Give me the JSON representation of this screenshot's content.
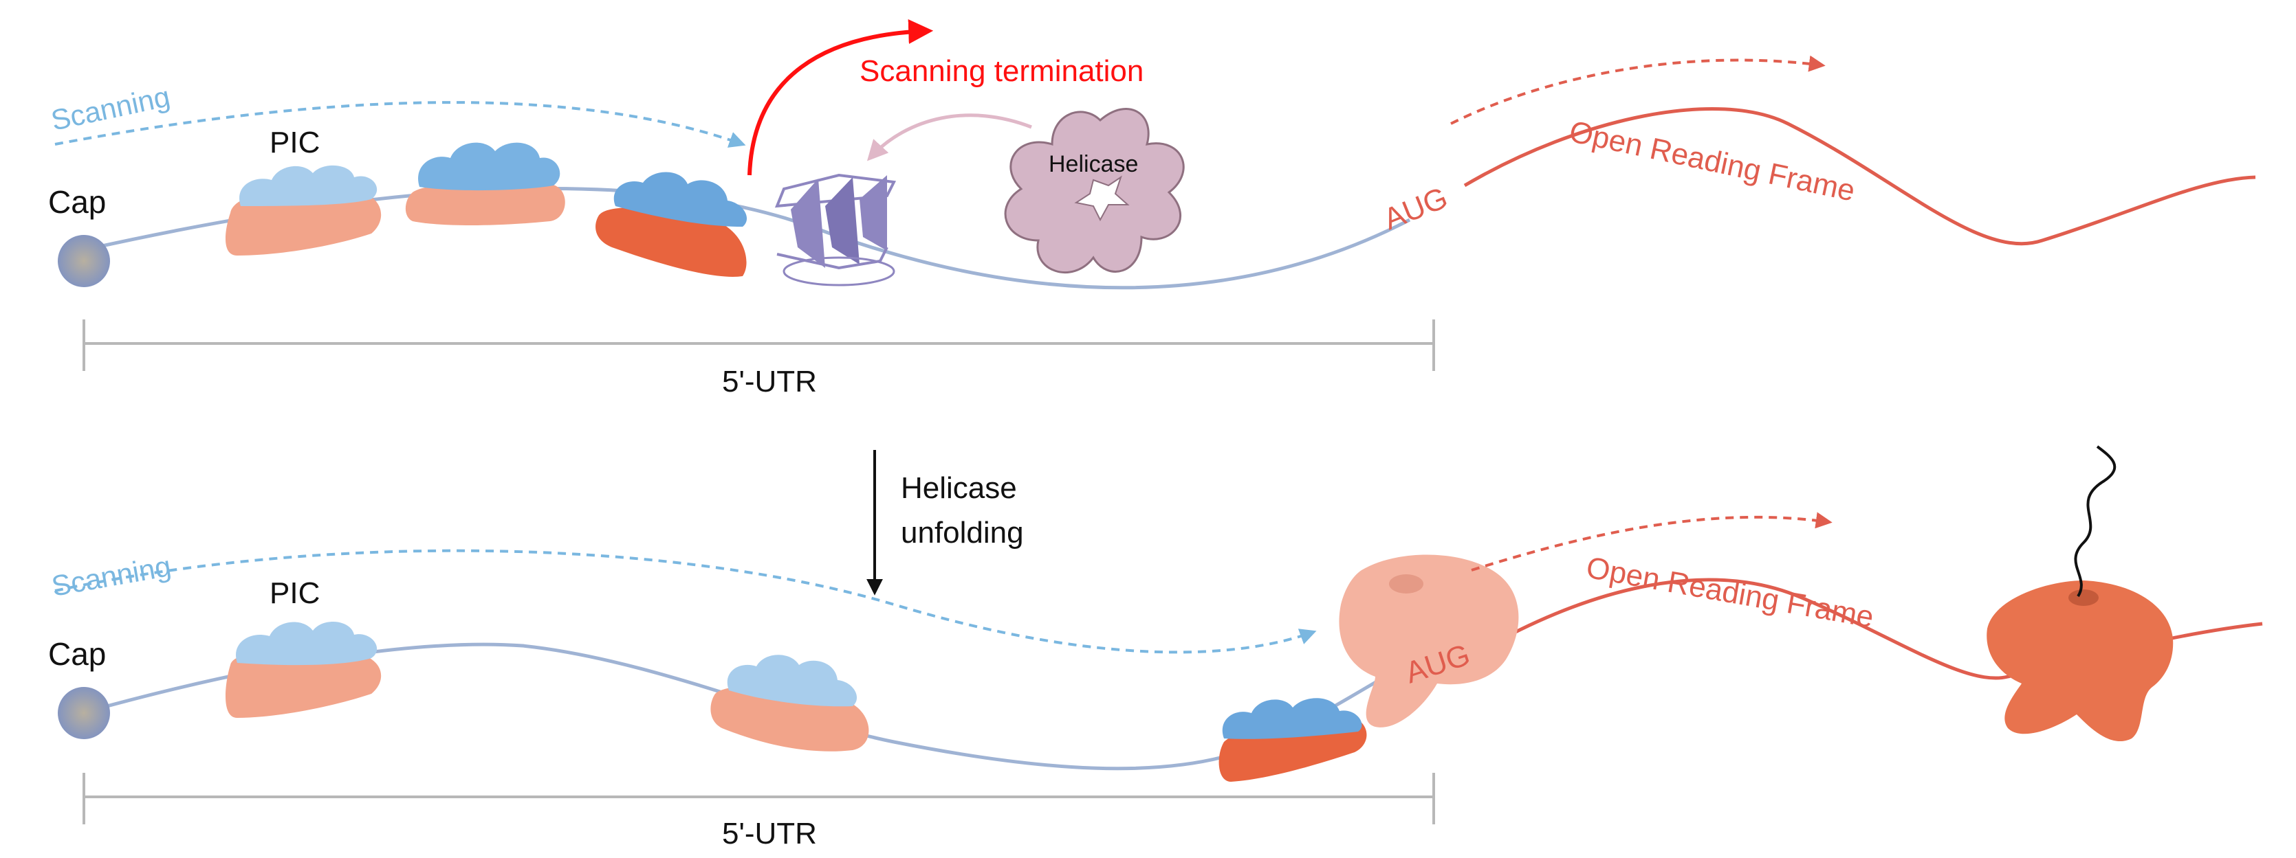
{
  "colors": {
    "utr_line": "#9fb3d4",
    "orf": "#e05d4e",
    "scanning": "#7ab7e0",
    "termination": "#ff1010",
    "ruler": "#b8b8b8",
    "cap": "#8a9cc8",
    "pic_small": "#a8cdec",
    "pic_small_dark": "#6aa6dc",
    "pic_large": "#f2a48a",
    "pic_large_dark": "#e8643e",
    "helicase": "#d4b5c6",
    "helicase_arrow": "#e0b8c8",
    "gquad": "#8e86c0",
    "ribosome_light": "#f4b3a0",
    "ribosome_dark": "#e8734e",
    "text": "#111111"
  },
  "top": {
    "scanning": "Scanning",
    "pic": "PIC",
    "cap": "Cap",
    "termination": "Scanning termination",
    "helicase": "Helicase",
    "aug": "AUG",
    "orf": "Open Reading Frame",
    "utr": "5'-UTR"
  },
  "middle": {
    "step_line1": "Helicase",
    "step_line2": "unfolding"
  },
  "bottom": {
    "scanning": "Scanning",
    "pic": "PIC",
    "cap": "Cap",
    "aug": "AUG",
    "orf": "Open Reading Frame",
    "utr": "5'-UTR"
  }
}
